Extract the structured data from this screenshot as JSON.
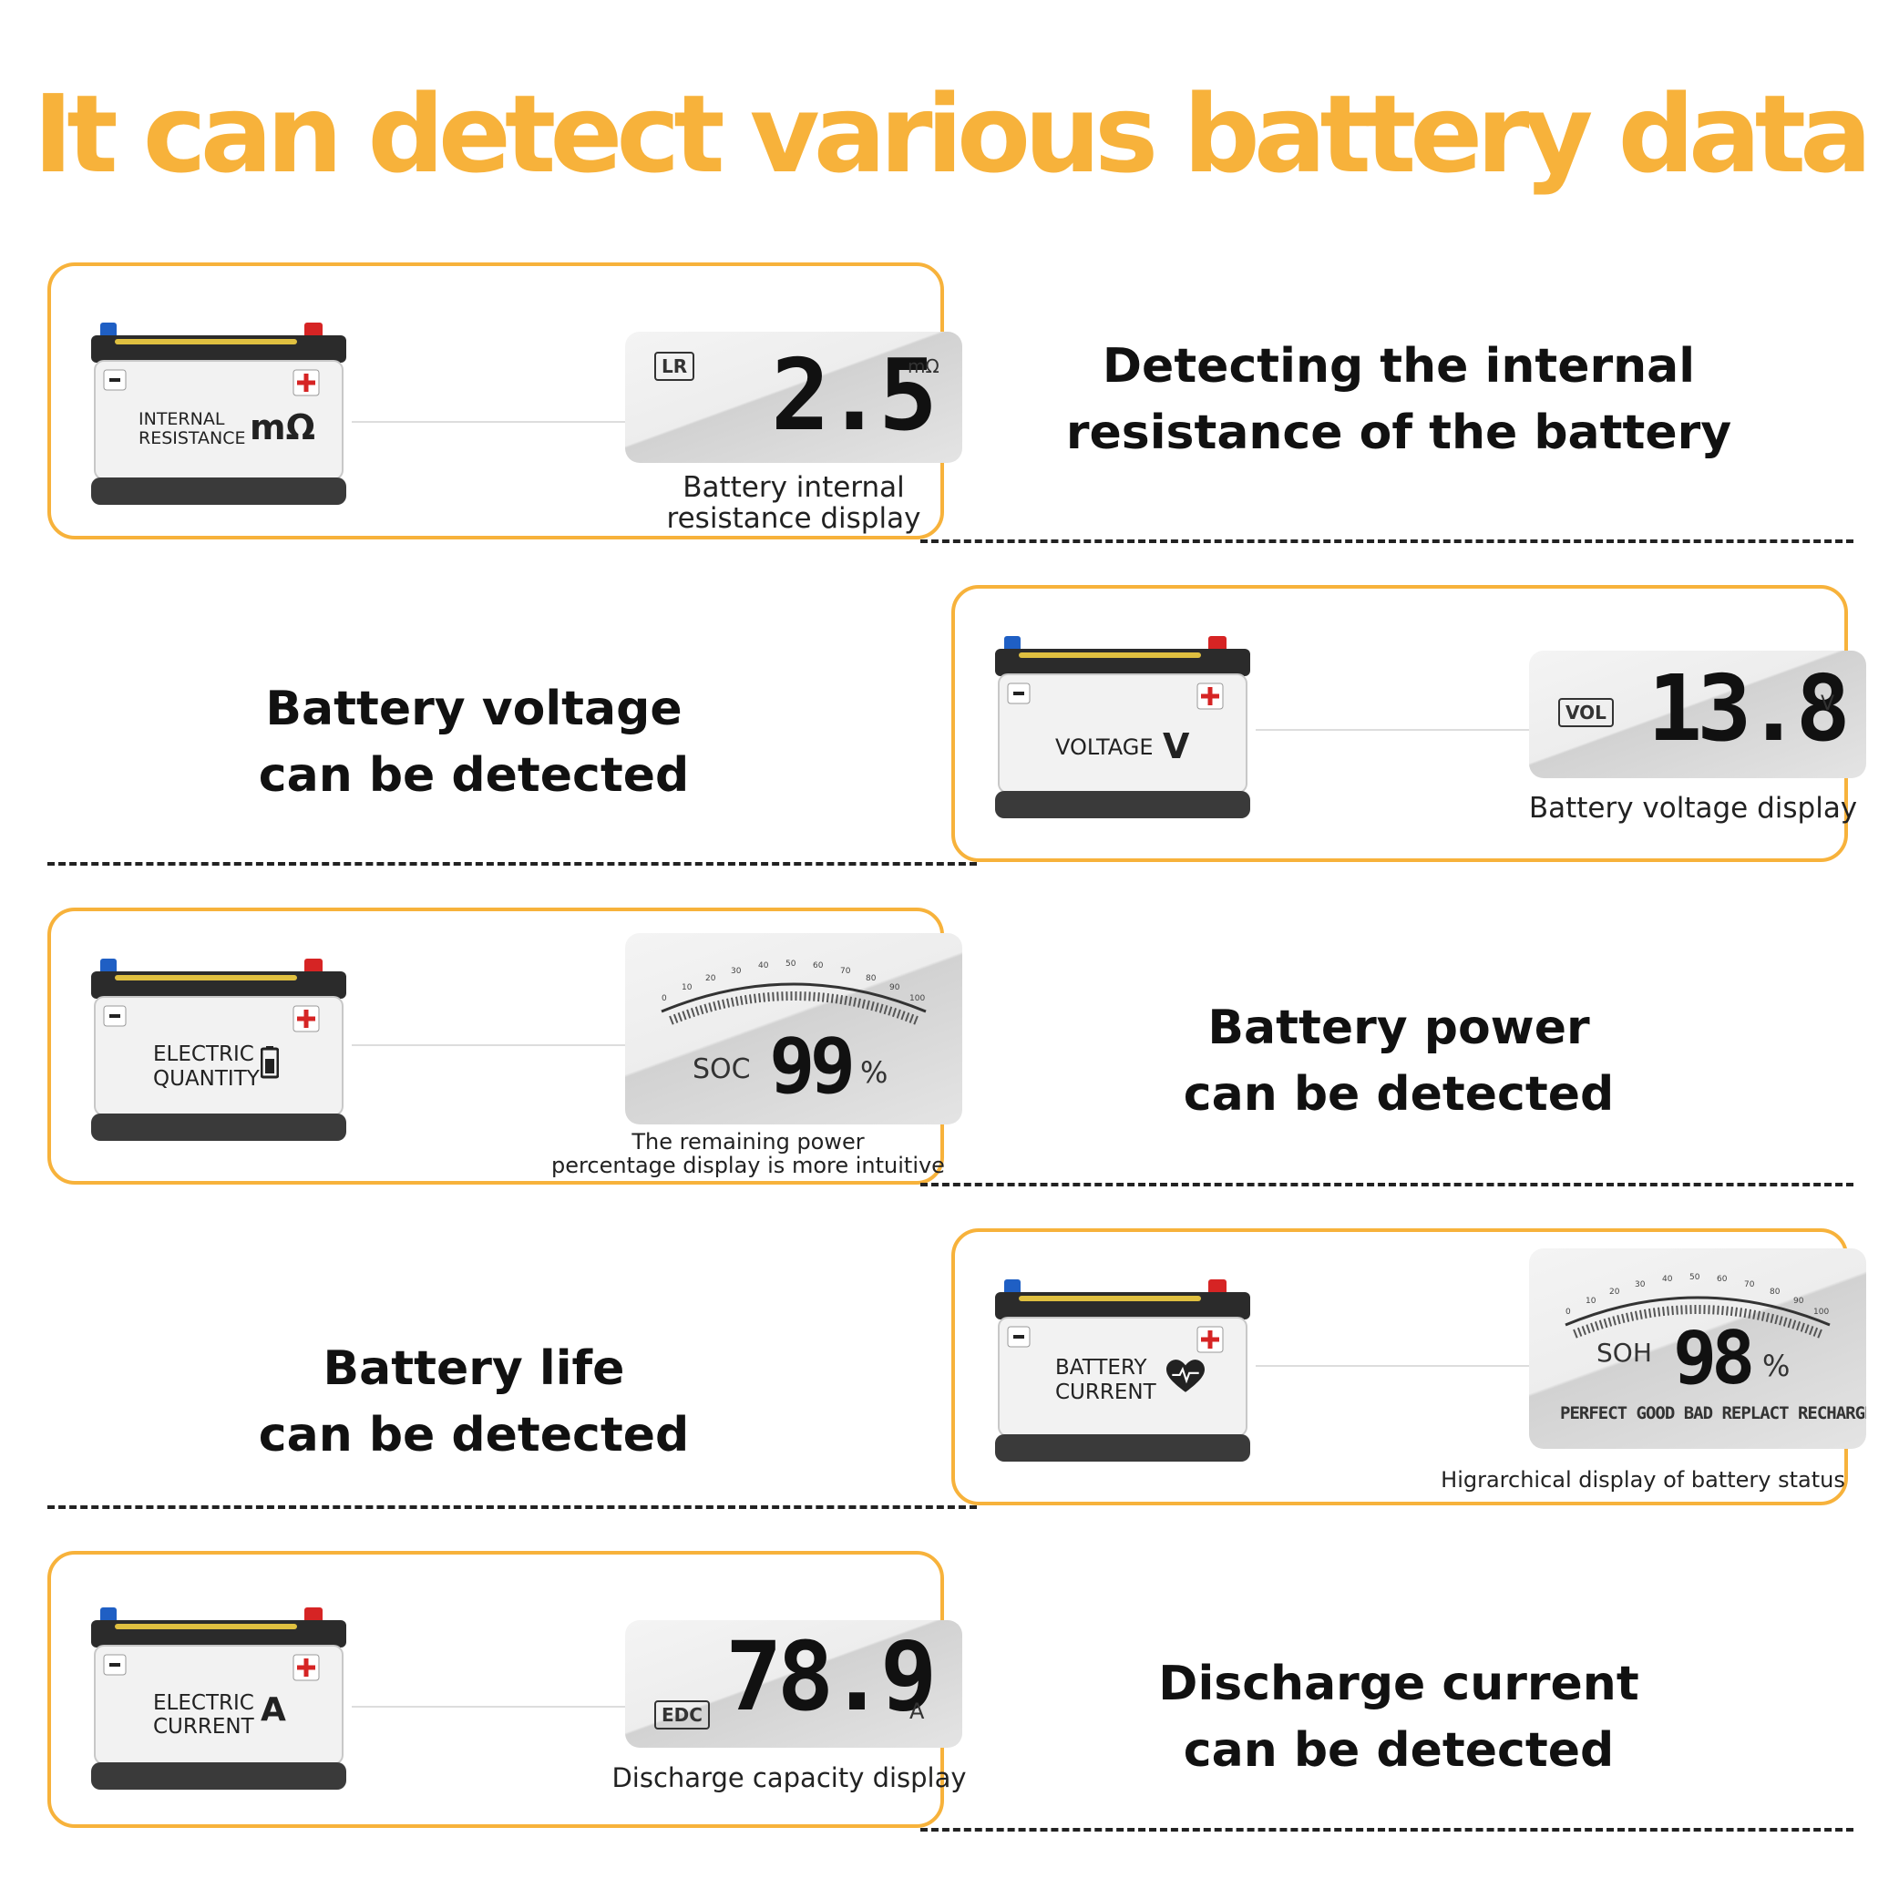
{
  "page": {
    "title": "It can detect various battery data",
    "accent_color": "#f7b23b"
  },
  "rows": [
    {
      "feature_lines": [
        "Detecting the internal",
        "resistance of the battery"
      ],
      "battery_label_lines": [
        "INTERNAL",
        "RESISTANCE"
      ],
      "battery_unit": "mΩ",
      "lcd_tag": "LR",
      "lcd_value": "2.5",
      "lcd_unit": "mΩ",
      "caption_lines": [
        "Battery internal",
        "resistance display"
      ]
    },
    {
      "feature_lines": [
        "Battery voltage",
        "can be detected"
      ],
      "battery_label_lines": [
        "VOLTAGE"
      ],
      "battery_unit": "V",
      "lcd_tag": "VOL",
      "lcd_value": "13.8",
      "lcd_unit": "V",
      "caption_lines": [
        "Battery voltage display"
      ]
    },
    {
      "feature_lines": [
        "Battery power",
        "can be detected"
      ],
      "battery_label_lines": [
        "ELECTRIC",
        "QUANTITY"
      ],
      "battery_icon": "battery-level-icon",
      "lcd_label": "SOC",
      "lcd_value": "99",
      "lcd_unit": "%",
      "caption_lines": [
        "The remaining power",
        "percentage display is more intuitive"
      ]
    },
    {
      "feature_lines": [
        "Battery life",
        "can be detected"
      ],
      "battery_label_lines": [
        "BATTERY",
        "CURRENT"
      ],
      "battery_icon": "heart-pulse-icon",
      "lcd_label": "SOH",
      "lcd_value": "98",
      "lcd_unit": "%",
      "lcd_statuses": "PERFECT GOOD BAD REPLACT RECHARGE",
      "caption_lines": [
        "Higrarchical display of battery status"
      ]
    },
    {
      "feature_lines": [
        "Discharge current",
        "can be detected"
      ],
      "battery_label_lines": [
        "ELECTRIC",
        "CURRENT"
      ],
      "battery_unit": "A",
      "lcd_tag": "EDC",
      "lcd_value": "78.9",
      "lcd_unit": "A",
      "caption_lines": [
        "Discharge capacity display"
      ]
    }
  ]
}
